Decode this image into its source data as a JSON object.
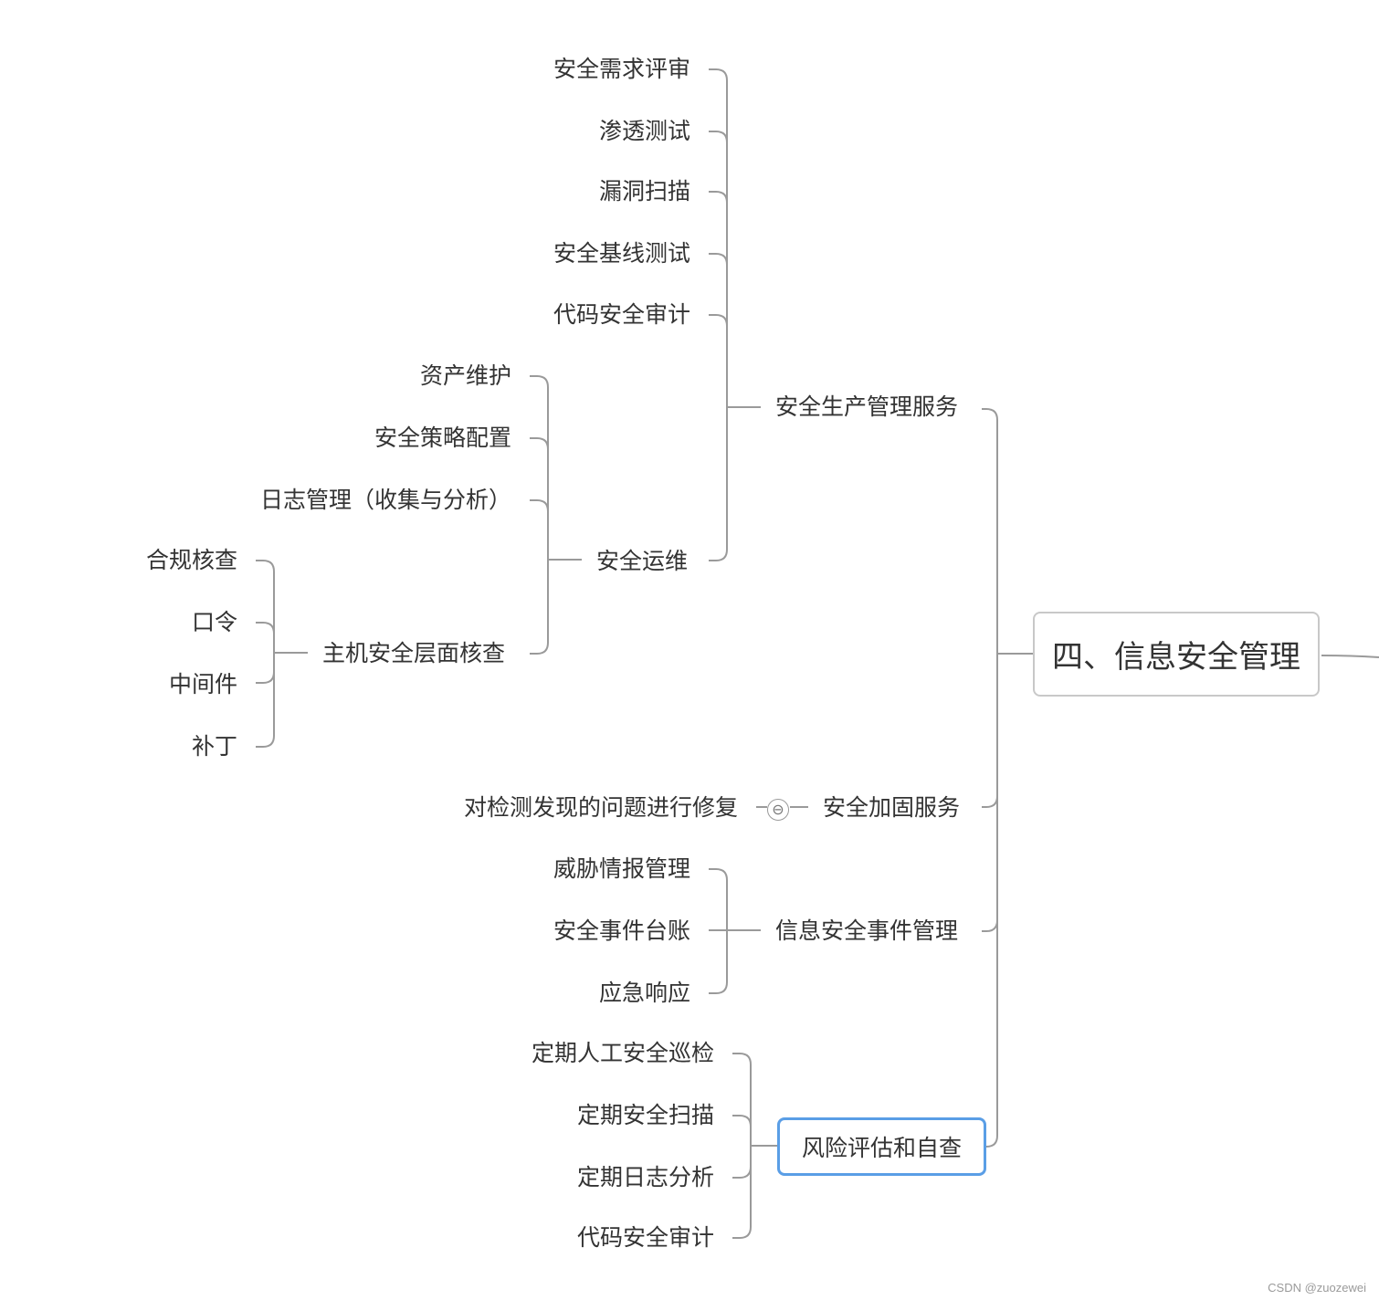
{
  "root": {
    "label": "四、信息安全管理"
  },
  "branches": {
    "security_production": {
      "label": "安全生产管理服务",
      "children": [
        "安全需求评审",
        "渗透测试",
        "漏洞扫描",
        "安全基线测试",
        "代码安全审计"
      ],
      "ops": {
        "label": "安全运维",
        "children": [
          "资产维护",
          "安全策略配置",
          "日志管理（收集与分析）"
        ],
        "host_check": {
          "label": "主机安全层面核查",
          "children": [
            "合规核查",
            "口令",
            "中间件",
            "补丁"
          ]
        }
      }
    },
    "hardening": {
      "label": "安全加固服务",
      "children": [
        "对检测发现的问题进行修复"
      ],
      "collapse_icon": "⊖"
    },
    "incident": {
      "label": "信息安全事件管理",
      "children": [
        "威胁情报管理",
        "安全事件台账",
        "应急响应"
      ]
    },
    "risk": {
      "label": "风险评估和自查",
      "children": [
        "定期人工安全巡检",
        "定期安全扫描",
        "定期日志分析",
        "代码安全审计"
      ]
    }
  },
  "watermark": "CSDN @zuozewei"
}
